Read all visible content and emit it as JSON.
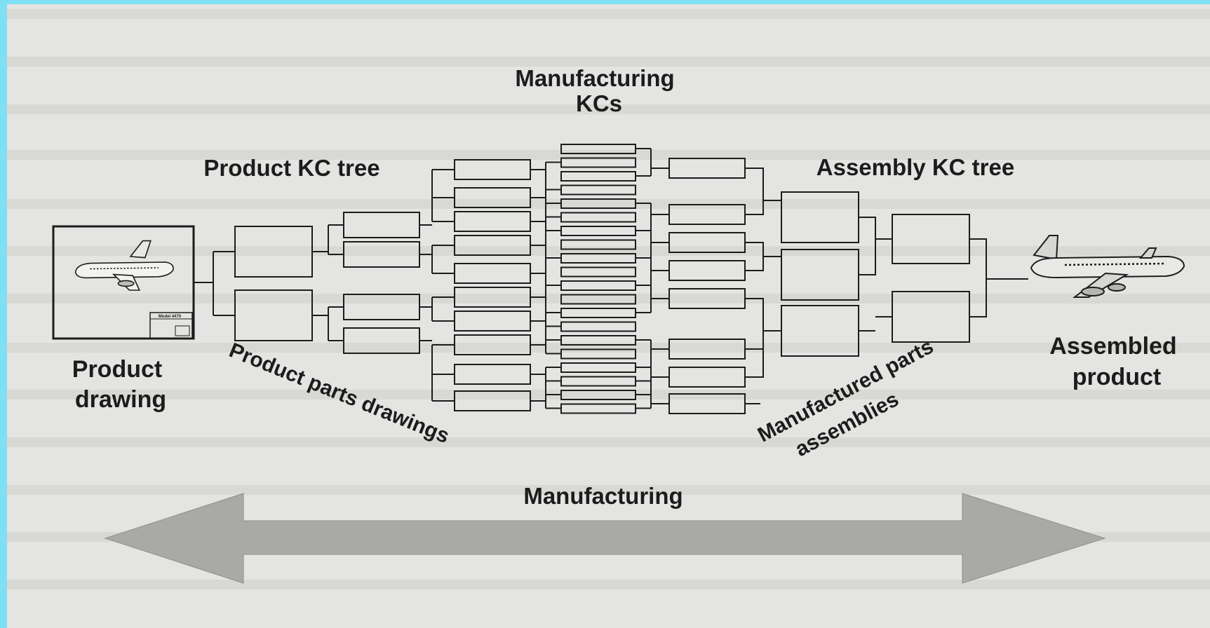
{
  "labels": {
    "manufacturing_kcs_line1": "Manufacturing",
    "manufacturing_kcs_line2": "KCs",
    "product_kc_tree": "Product KC tree",
    "assembly_kc_tree": "Assembly KC tree",
    "product_drawing_line1": "Product",
    "product_drawing_line2": "drawing",
    "product_parts_drawings": "Product parts drawings",
    "manufactured_parts_line1": "Manufactured parts",
    "manufactured_parts_line2": "assemblies",
    "assembled_product_line1": "Assembled",
    "assembled_product_line2": "product",
    "manufacturing_axis": "Manufacturing",
    "drawing_title_block": "Model 4470"
  },
  "icons": [
    "airplane-drawing-icon",
    "airplane-assembled-icon",
    "double-arrow-icon"
  ],
  "colors": {
    "background": "#e4e4e2",
    "frame": "#7fe0f4",
    "lines": "#1c1c1c",
    "arrow": "#a9aaa8"
  }
}
